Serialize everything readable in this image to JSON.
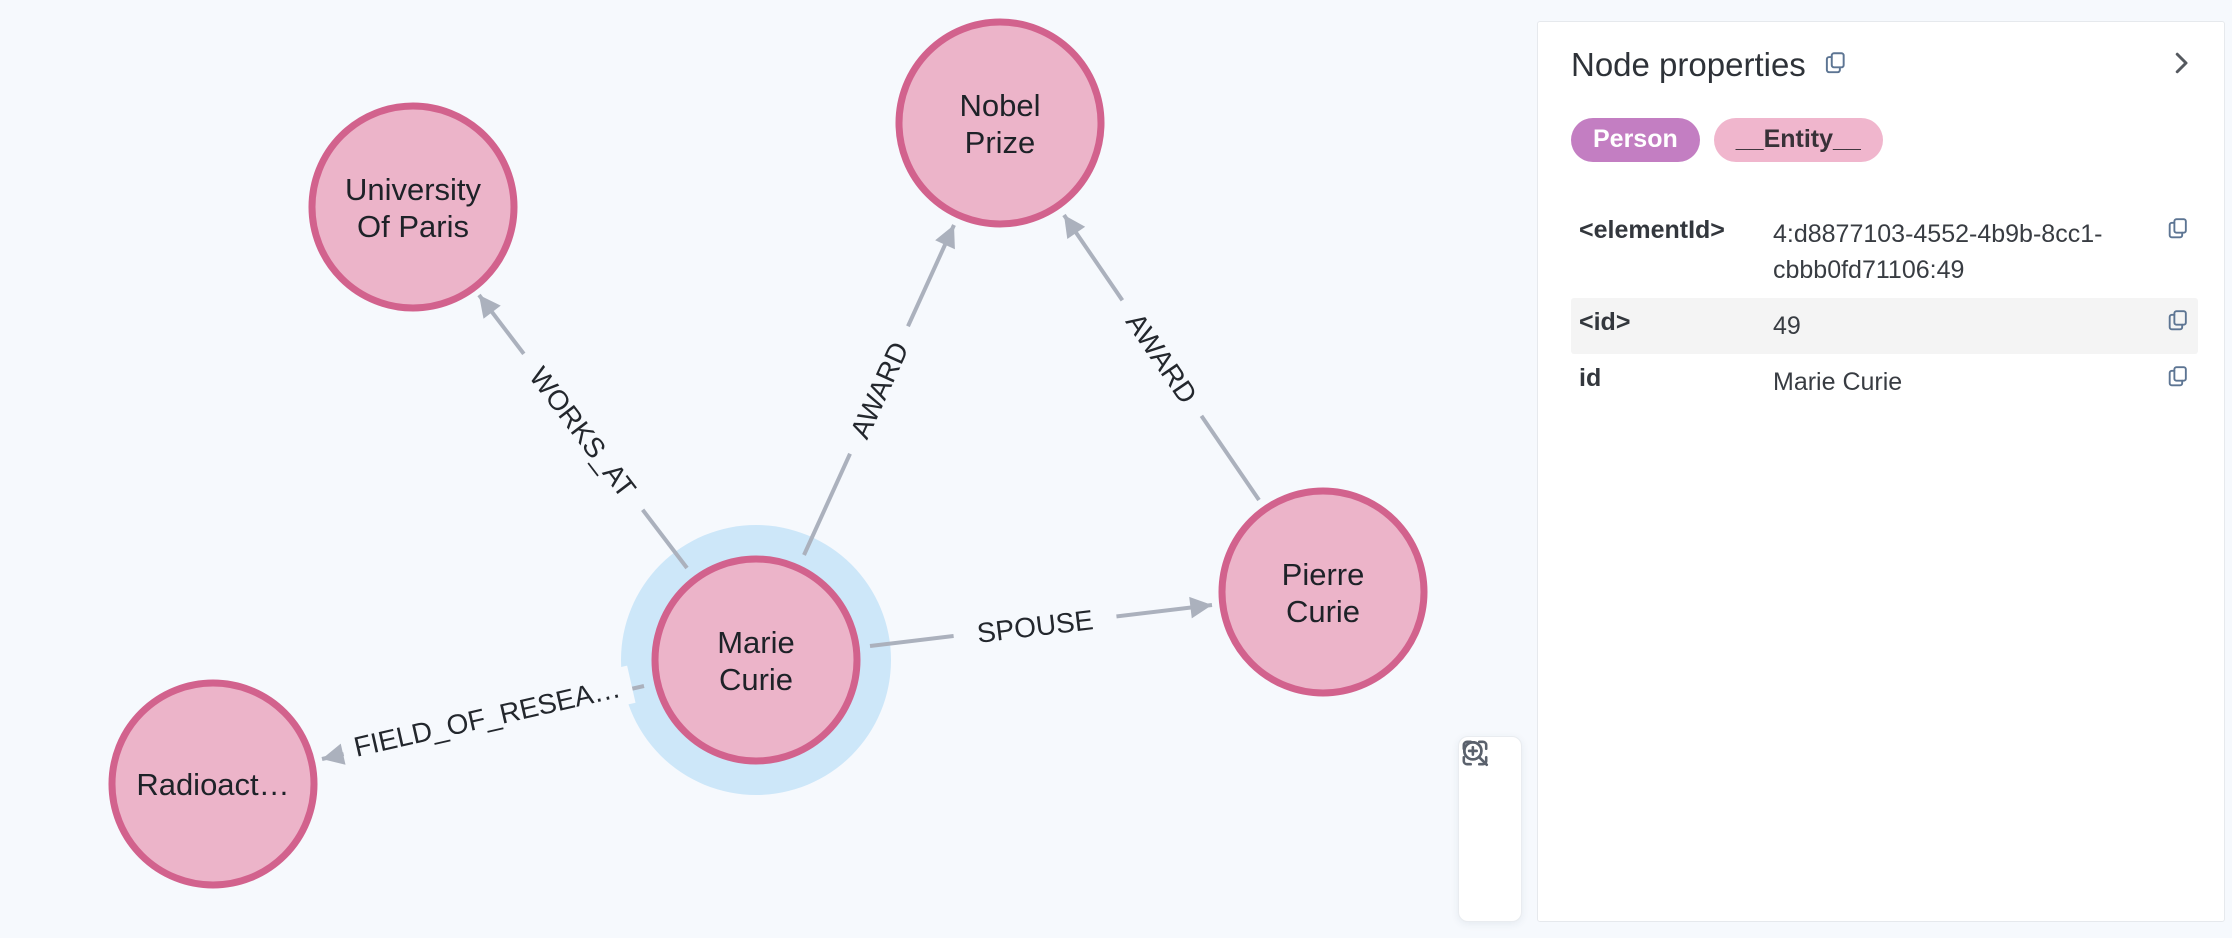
{
  "graph": {
    "nodes": [
      {
        "name": "University Of Paris",
        "lines": [
          "University",
          "Of Paris"
        ]
      },
      {
        "name": "Nobel Prize",
        "lines": [
          "Nobel",
          "Prize"
        ]
      },
      {
        "name": "Marie Curie",
        "lines": [
          "Marie",
          "Curie"
        ],
        "selected": true
      },
      {
        "name": "Pierre Curie",
        "lines": [
          "Pierre",
          "Curie"
        ]
      },
      {
        "name": "Radioact…",
        "lines": [
          "Radioact…"
        ]
      }
    ],
    "edges": [
      {
        "label": "WORKS_AT",
        "from": "Marie Curie",
        "to": "University Of Paris"
      },
      {
        "label": "AWARD",
        "from": "Marie Curie",
        "to": "Nobel Prize"
      },
      {
        "label": "AWARD",
        "from": "Pierre Curie",
        "to": "Nobel Prize"
      },
      {
        "label": "SPOUSE",
        "from": "Marie Curie",
        "to": "Pierre Curie"
      },
      {
        "label": "FIELD_OF_RESEA…",
        "from": "Marie Curie",
        "to": "Radioact…"
      }
    ],
    "colors": {
      "canvas_bg": "#f6f9fd",
      "node_fill": "#ecb4c9",
      "node_border": "#d2628d",
      "selection_halo": "#cde7f9",
      "edge": "#abb1bd",
      "node_text": "#1e2228"
    }
  },
  "zoom_controls": {
    "buttons": [
      {
        "icon": "zoom-in-icon"
      },
      {
        "icon": "zoom-out-icon"
      },
      {
        "icon": "zoom-to-fit-icon"
      }
    ]
  },
  "panel": {
    "title": "Node properties",
    "title_copy_icon": "copy-icon",
    "collapse_icon": "chevron-right-icon",
    "badges": [
      {
        "text": "Person",
        "bg": "#c37ec2",
        "color": "#ffffff"
      },
      {
        "text": "__Entity__",
        "bg": "#f0b6cd",
        "color": "#383138"
      }
    ],
    "properties": [
      {
        "key": "<elementId>",
        "value": "4:d8877103-4552-4b9b-8cc1-cbbb0fd71106:49"
      },
      {
        "key": "<id>",
        "value": "49"
      },
      {
        "key": "id",
        "value": "Marie Curie"
      }
    ]
  }
}
